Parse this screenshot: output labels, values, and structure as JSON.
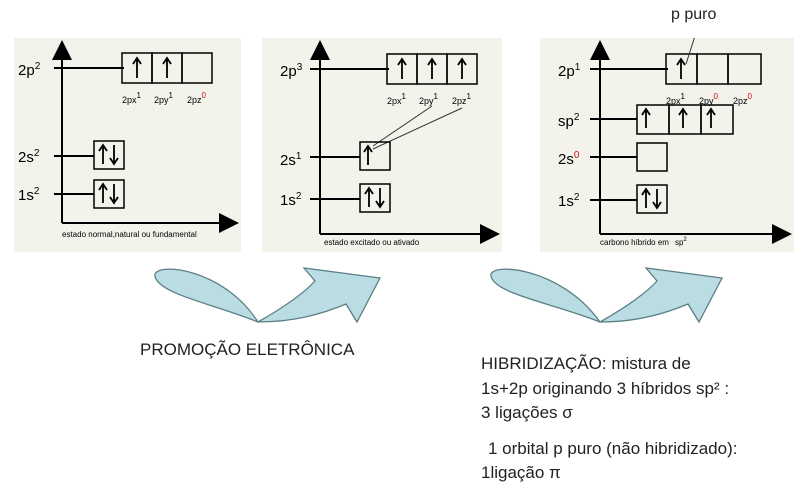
{
  "panel1": {
    "levels": {
      "p": "2p",
      "p_exp": "2",
      "s2": "2s",
      "s2_exp": "2",
      "s1": "1s",
      "s1_exp": "2"
    },
    "orb": {
      "px": "2px",
      "px_exp": "1",
      "py": "2py",
      "py_exp": "1",
      "pz": "2pz",
      "pz_exp": "0"
    },
    "caption": "estado normal,natural ou fundamental"
  },
  "panel2": {
    "levels": {
      "p": "2p",
      "p_exp": "3",
      "s2": "2s",
      "s2_exp": "1",
      "s1": "1s",
      "s1_exp": "2"
    },
    "orb": {
      "px": "2px",
      "px_exp": "1",
      "py": "2py",
      "py_exp": "1",
      "pz": "2pz",
      "pz_exp": "1"
    },
    "caption": "estado excitado ou ativado"
  },
  "panel3": {
    "top_label": "p puro",
    "levels": {
      "p": "2p",
      "p_exp": "1",
      "sp": "sp",
      "sp_exp": "2",
      "s2": "2s",
      "s2_exp": "0",
      "s1": "1s",
      "s1_exp": "2"
    },
    "orb": {
      "px": "2px",
      "px_exp": "1",
      "py": "2py",
      "py_exp": "0",
      "pz": "2pz",
      "pz_exp": "0"
    },
    "caption": "carbono híbrido em",
    "caption_sp": "sp",
    "caption_sp_exp": "2"
  },
  "promo_label": "PROMOÇÃO ELETRÔNICA",
  "hib": {
    "line1": "HIBRIDIZAÇÃO: mistura de",
    "line2": "1s+2p originando 3 híbridos sp² :",
    "line3": "3 ligações σ",
    "line4": "1 orbital p puro (não hibridizado):",
    "line5": "1ligação π"
  },
  "colors": {
    "panel_bg": "#f3f3ec",
    "arrow_fill": "#b9dde3",
    "arrow_stroke": "#5c7f86",
    "zero_exp": "#cc1111"
  }
}
